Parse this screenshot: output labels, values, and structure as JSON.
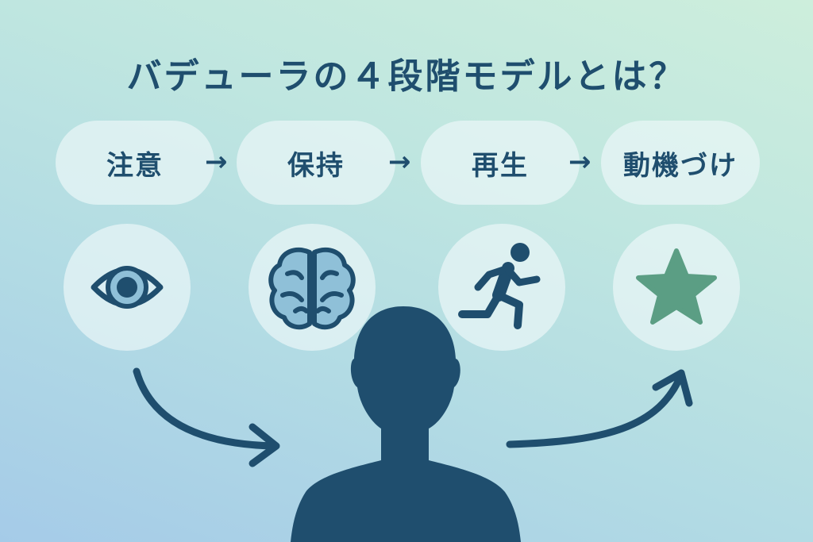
{
  "title": "バデューラの４段階モデルとは？",
  "stages": [
    {
      "label": "注意",
      "icon": "eye-icon"
    },
    {
      "label": "保持",
      "icon": "brain-icon"
    },
    {
      "label": "再生",
      "icon": "running-person-icon"
    },
    {
      "label": "動機づけ",
      "icon": "star-icon"
    }
  ],
  "arrow_glyph": "→",
  "colors": {
    "primary": "#1f4e6e",
    "star": "#5b9e84",
    "pill": "#ebf7f8"
  }
}
